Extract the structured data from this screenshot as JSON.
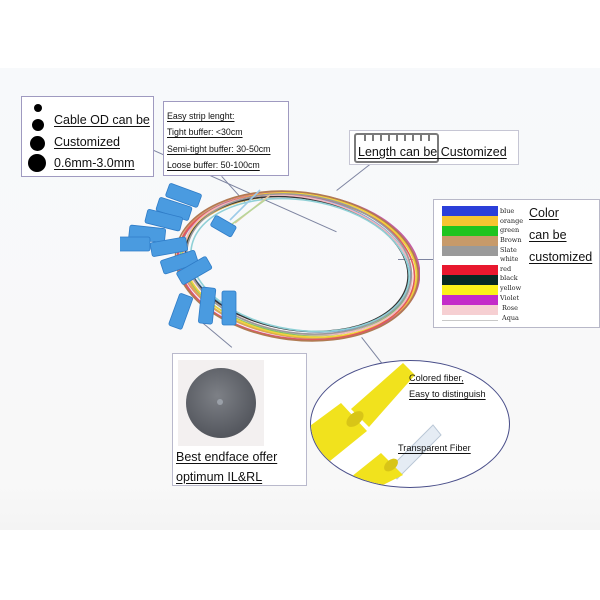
{
  "callouts": {
    "cable_od": {
      "lines": [
        "Cable OD can be",
        "Customized",
        "0.6mm-3.0mm"
      ],
      "dot_icons": [
        "dot-small",
        "dot-medium",
        "dot-large",
        "dot-xlarge"
      ]
    },
    "strip_length": {
      "lines": [
        "Easy strip lenght:",
        "Tight buffer: <30cm",
        "Semi-tight buffer: 30-50cm",
        "Loose buffer: 50-100cm"
      ]
    },
    "length": {
      "label": "Length can be Customized",
      "icon": "ruler-icon"
    },
    "color": {
      "lines": [
        "Color",
        "can be",
        "customized"
      ],
      "swatches": [
        {
          "label": "blue",
          "color": "#2b3fd9"
        },
        {
          "label": "orange",
          "color": "#f5c531"
        },
        {
          "label": "green",
          "color": "#1fc41f"
        },
        {
          "label": "Brown",
          "color": "#c79a6a"
        },
        {
          "label": "Slate",
          "color": "#9a9a9a"
        },
        {
          "label": "white",
          "color": "#ffffff"
        },
        {
          "label": "red",
          "color": "#e8182e"
        },
        {
          "label": "black",
          "color": "#062a24"
        },
        {
          "label": "yellow",
          "color": "#faf21a"
        },
        {
          "label": "Violet",
          "color": "#c42bc9"
        },
        {
          "label": "Rose",
          "color": "#f6cfd2"
        },
        {
          "label": "Aqua",
          "color": "#ffffff"
        }
      ]
    },
    "endface": {
      "lines": [
        "Best endface offer",
        "optimum IL&RL"
      ]
    },
    "fiber": {
      "colored_lines": [
        "Colored fiber,",
        "Easy to distinguish"
      ],
      "transparent_label": "Transparent Fiber"
    }
  },
  "product": {
    "connector_color": "#4a9be0",
    "connector_count": 12
  }
}
